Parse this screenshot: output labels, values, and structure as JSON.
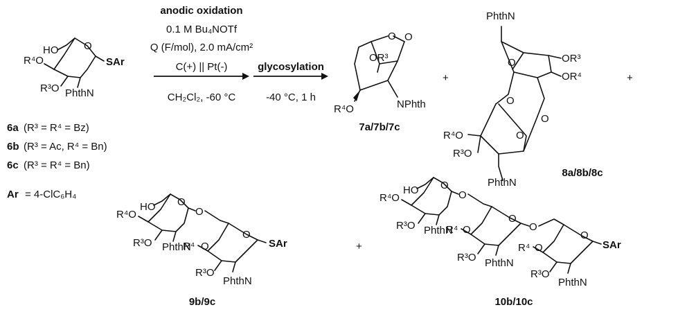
{
  "conditions": {
    "title": "anodic oxidation",
    "electrolyte": "0.1 M Bu₄NOTf",
    "charge": "Q (F/mol), 2.0 mA/cm²",
    "electrodes": "C(+) || Pt(-)",
    "solvent_temp": "CH₂Cl₂, -60 °C",
    "step2_title": "glycosylation",
    "step2_conditions": "-40 °C, 1 h"
  },
  "substrate": {
    "label_a": "6a",
    "def_a": "(R³ = R⁴ = Bz)",
    "label_b": "6b",
    "def_b": "(R³ = Ac, R⁴ = Bn)",
    "label_c": "6c",
    "def_c": "(R³ = R⁴ = Bn)",
    "ar_key": "Ar",
    "ar_def": "= 4-ClC₆H₄"
  },
  "atoms": {
    "ho": "HO",
    "o": "O",
    "sar": "SAr",
    "phthn": "PhthN",
    "nphth": "NPhth",
    "r4o": "R⁴O",
    "r3o": "R³O",
    "or3": "OR³",
    "or4": "OR⁴",
    "r4": "R⁴",
    "r3": "R³",
    "plus": "+"
  },
  "products": {
    "p7": "7a/7b/7c",
    "p8": "8a/8b/8c",
    "p9": "9b/9c",
    "p10": "10b/10c"
  }
}
